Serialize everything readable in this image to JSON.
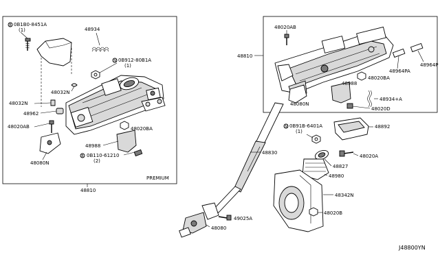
{
  "left_panel": {
    "variant_label": "PREMIUM",
    "parts": {
      "bolt_top": "0B1B0-8451A",
      "bolt_top_qty": "(1)",
      "spring": "48934",
      "nut_top": "0B912-80B1A",
      "nut_top_qty": "(1)",
      "clip": "48032N",
      "retainer": "48032N",
      "cover": "48962",
      "bolt_lower": "48020AB",
      "bracket_lower": "48080N",
      "nut_right": "48020BA",
      "bracket_right": "48988",
      "bolt_bottom": "0B110-61210",
      "bolt_bottom_qty": "(2)",
      "assembly": "48810"
    }
  },
  "right_panel": {
    "parts": {
      "bolt_top": "48020AB",
      "assembly": "48810",
      "plate_p": "48964P",
      "plate_pa": "48964PA",
      "nut_ba": "48020BA",
      "bracket": "48988",
      "spring_a": "48934+A",
      "bracket_lower": "48080N",
      "nut_d": "48020D"
    }
  },
  "lower_parts": {
    "nut_c": "0B91B-6401A",
    "nut_c_qty": "(1)",
    "cover": "48892",
    "shaft": "48830",
    "nut_a": "48020A",
    "clamp": "48827",
    "boot": "48980",
    "hole_cover": "48342N",
    "nut_b": "48020B",
    "bolt_a": "49025A",
    "joint": "48080"
  },
  "diagram_code": "J48800YN"
}
